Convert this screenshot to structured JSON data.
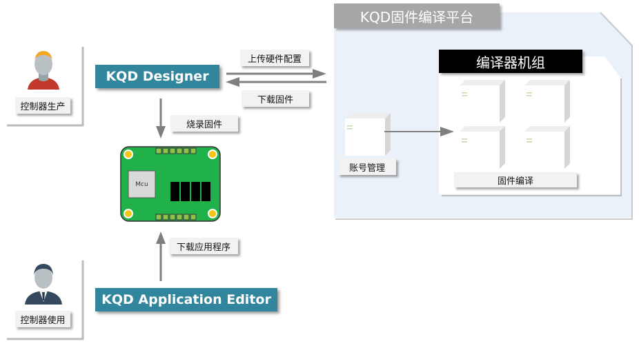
{
  "actors": {
    "producer": {
      "label": "控制器生产",
      "icon": "person-icon",
      "hair_color": "#f5a623",
      "shirt_color": "#c0392b"
    },
    "user": {
      "label": "控制器使用",
      "icon": "businessman-icon",
      "suit_color": "#34495e"
    }
  },
  "tools": {
    "designer": "KQD Designer",
    "app_editor": "KQD Application Editor",
    "accent_color": "#31859c"
  },
  "flows": {
    "upload_config": "上传硬件配置",
    "download_firmware": "下载固件",
    "burn_firmware": "烧录固件",
    "download_app": "下载应用程序"
  },
  "board": {
    "chip_label": "Mcu",
    "color": "#21b14b"
  },
  "platform": {
    "title": "KQD固件编译平台",
    "account_mgmt": "账号管理",
    "cluster_title": "编译器机组",
    "compile_label": "固件编译"
  }
}
